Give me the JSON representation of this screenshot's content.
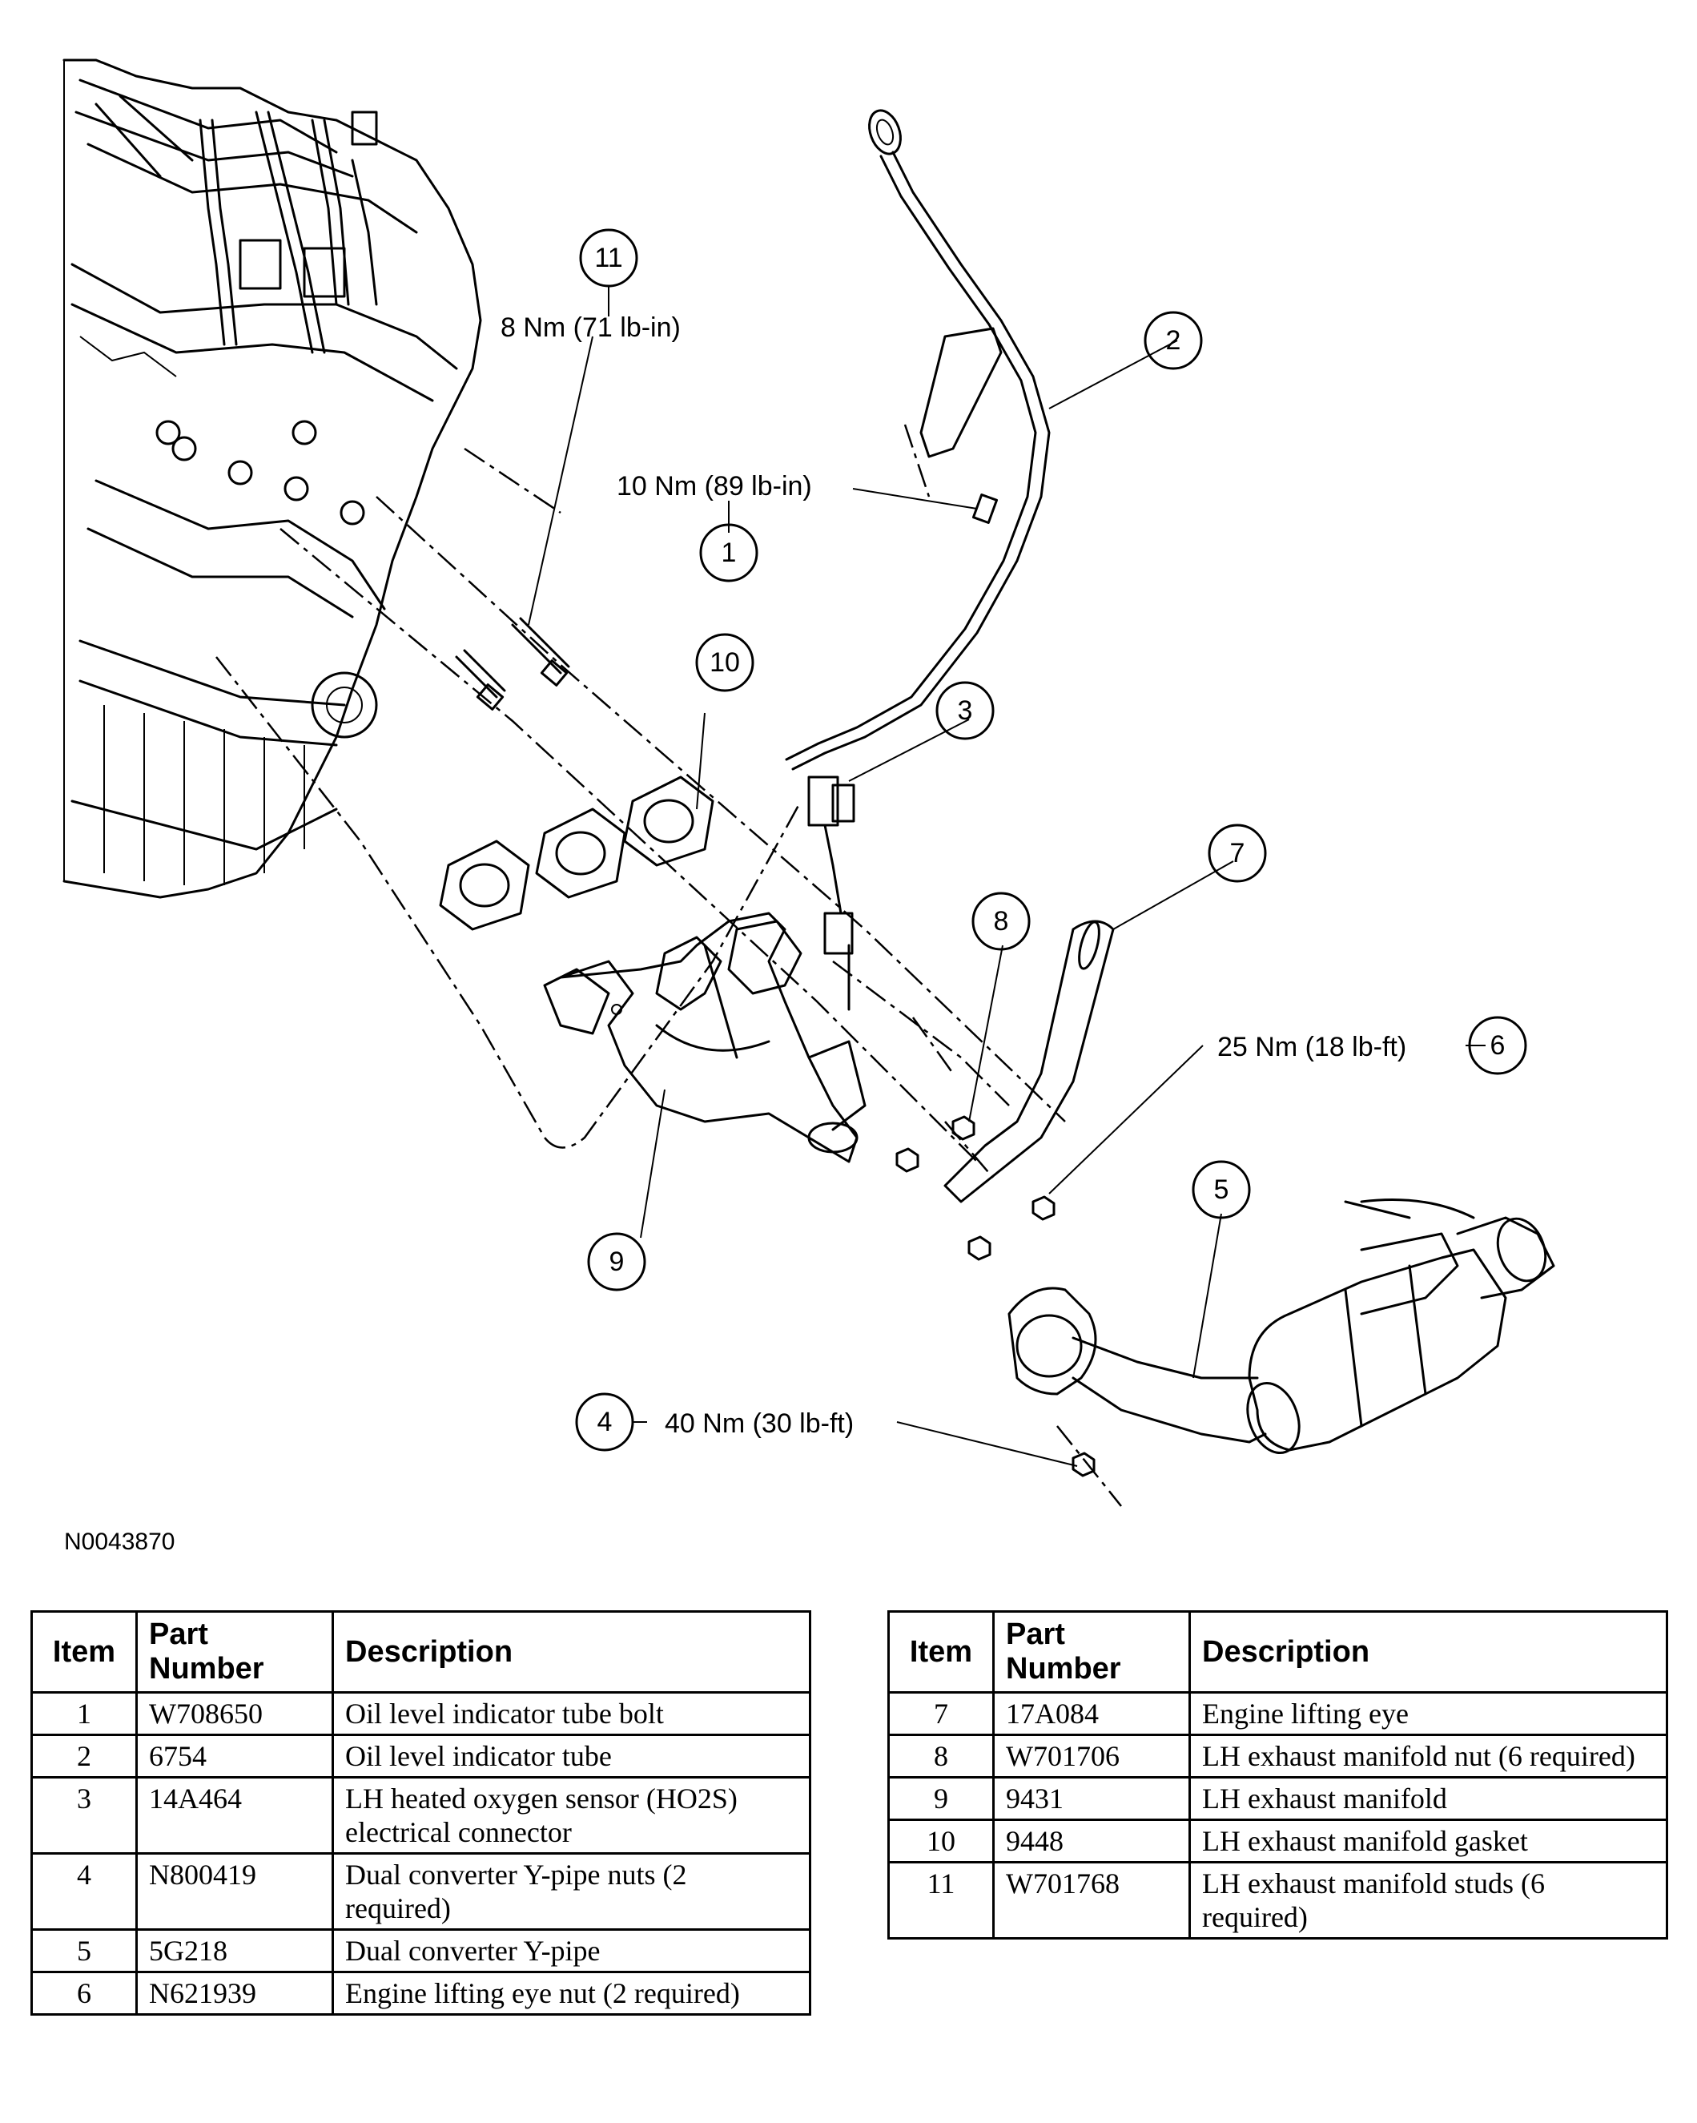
{
  "figure_id": "N0043870",
  "callouts": {
    "c1": {
      "num": "1",
      "torque": "10 Nm (89 lb-in)"
    },
    "c2": {
      "num": "2"
    },
    "c3": {
      "num": "3"
    },
    "c4": {
      "num": "4",
      "torque": "40 Nm (30 lb-ft)"
    },
    "c5": {
      "num": "5"
    },
    "c6": {
      "num": "6",
      "torque": "25 Nm (18 lb-ft)"
    },
    "c7": {
      "num": "7"
    },
    "c8": {
      "num": "8"
    },
    "c9": {
      "num": "9"
    },
    "c10": {
      "num": "10"
    },
    "c11": {
      "num": "11",
      "torque": "8 Nm (71 lb-in)"
    }
  },
  "table_headers": {
    "item": "Item",
    "part_number": "Part Number",
    "description": "Description"
  },
  "table_left": [
    {
      "item": "1",
      "part": "W708650",
      "desc": "Oil level indicator tube bolt"
    },
    {
      "item": "2",
      "part": "6754",
      "desc": "Oil level indicator tube"
    },
    {
      "item": "3",
      "part": "14A464",
      "desc": "LH heated oxygen sensor (HO2S) electrical connector"
    },
    {
      "item": "4",
      "part": "N800419",
      "desc": "Dual converter Y-pipe nuts (2 required)"
    },
    {
      "item": "5",
      "part": "5G218",
      "desc": "Dual converter Y-pipe"
    },
    {
      "item": "6",
      "part": "N621939",
      "desc": "Engine lifting eye nut (2 required)"
    }
  ],
  "table_right": [
    {
      "item": "7",
      "part": "17A084",
      "desc": "Engine lifting eye"
    },
    {
      "item": "8",
      "part": "W701706",
      "desc": "LH exhaust manifold nut (6 required)"
    },
    {
      "item": "9",
      "part": "9431",
      "desc": "LH exhaust manifold"
    },
    {
      "item": "10",
      "part": "9448",
      "desc": "LH exhaust manifold gasket"
    },
    {
      "item": "11",
      "part": "W701768",
      "desc": "LH exhaust manifold studs (6 required)"
    }
  ]
}
